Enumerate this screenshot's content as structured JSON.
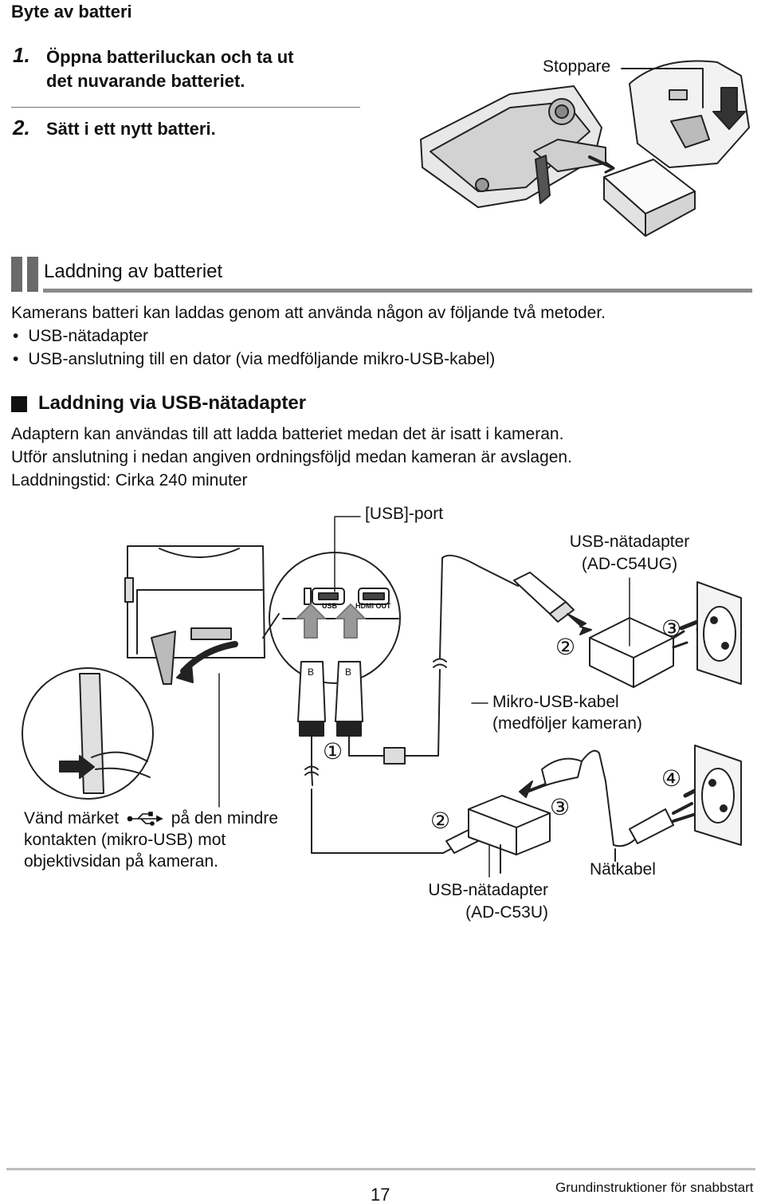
{
  "battery_replace": {
    "title": "Byte av batteri",
    "step1_num": "1.",
    "step1_text_line1": "Öppna batteriluckan och ta ut",
    "step1_text_line2": "det nuvarande batteriet.",
    "step2_num": "2.",
    "step2_text": "Sätt i ett nytt batteri.",
    "stopper_label": "Stoppare"
  },
  "charging": {
    "heading": "Laddning av batteriet",
    "intro": "Kamerans batteri kan laddas genom att använda någon av följande två metoder.",
    "methods": [
      "USB-nätadapter",
      "USB-anslutning till en dator (via medföljande mikro-USB-kabel)"
    ]
  },
  "usb_adapter_section": {
    "heading": "Laddning via USB-nätadapter",
    "para_line1": "Adaptern kan användas till att ladda batteriet medan det är isatt i kameran.",
    "para_line2": "Utför anslutning i nedan angiven ordningsföljd medan kameran är avslagen.",
    "para_line3": "Laddningstid: Cirka 240 minuter"
  },
  "figure": {
    "usb_port": "[USB]-port",
    "adapter_ug_line1": "USB-nätadapter",
    "adapter_ug_line2": "(AD-C54UG)",
    "micro_usb_line1": "Mikro-USB-kabel",
    "micro_usb_line2": "(medföljer kameran)",
    "note_line1_pre": "Vänd märket",
    "note_line1_post": "på den mindre",
    "note_line2": "kontakten (mikro-USB) mot",
    "note_line3": "objektivsidan på kameran.",
    "adapter_u_line1": "USB-nätadapter",
    "adapter_u_line2": "(AD-C53U)",
    "power_cable": "Nätkabel",
    "step_1": "①",
    "step_2": "②",
    "step_3": "③",
    "step_4": "④",
    "port_usb": "USB",
    "port_hdmi": "HDMI OUT",
    "connector_b": "B"
  },
  "footer": {
    "page_number": "17",
    "guide_title": "Grundinstruktioner för snabbstart"
  }
}
